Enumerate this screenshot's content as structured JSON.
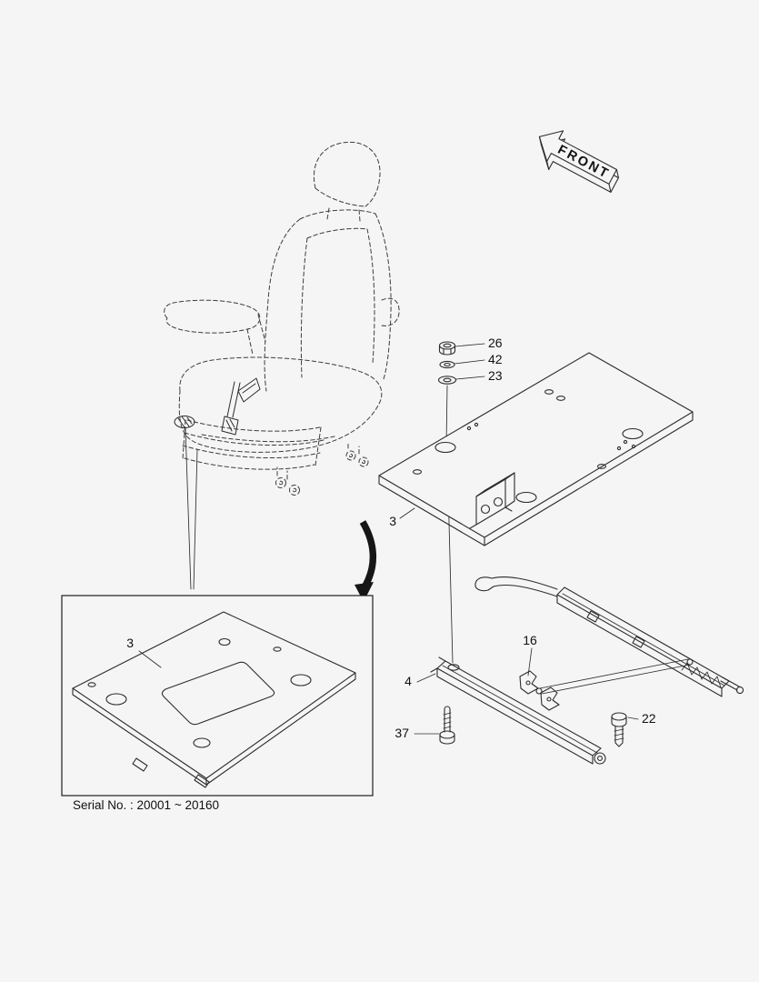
{
  "page": {
    "background": "#f5f5f5",
    "line_color": "#2c2c2c"
  },
  "front_arrow": {
    "label": "FRONT"
  },
  "callouts": {
    "p26": "26",
    "p42": "42",
    "p23": "23",
    "p3": "3",
    "p3_inset": "3",
    "p4": "4",
    "p16": "16",
    "p37": "37",
    "p22": "22"
  },
  "inset": {
    "serial_note": "Serial No. : 20001 ~ 20160"
  }
}
